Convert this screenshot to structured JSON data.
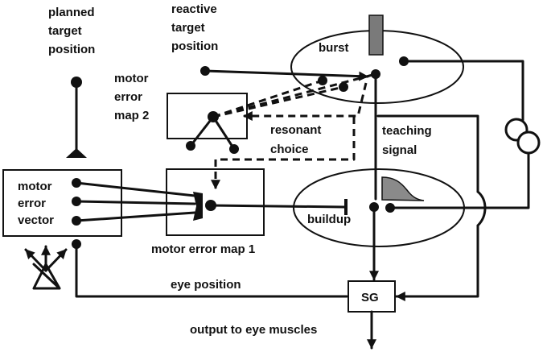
{
  "labels": {
    "planned_target": [
      "planned",
      "target",
      "position"
    ],
    "reactive_target": [
      "reactive",
      "target",
      "position"
    ],
    "motor_error_map_2": [
      "motor",
      "error",
      "map 2"
    ],
    "resonant_choice": [
      "resonant",
      "choice"
    ],
    "teaching_signal": [
      "teaching",
      "signal"
    ],
    "motor_error_vector": [
      "motor",
      "error",
      "vector"
    ],
    "burst": "burst",
    "buildup": "buildup",
    "motor_error_map_1": "motor error map 1",
    "eye_position": "eye position",
    "sg": "SG",
    "output": "output to eye muscles"
  },
  "colors": {
    "line": "#111111",
    "burst_bar": "#7a7a7a",
    "buildup_profile": "#8a8a8a",
    "background": "#ffffff"
  }
}
